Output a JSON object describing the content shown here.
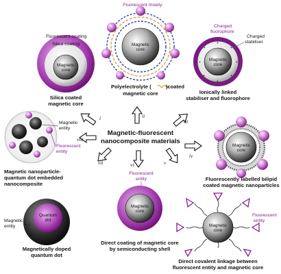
{
  "center": {
    "line1": "Magnetic-fluorescent",
    "line2": "nanocomposite materials"
  },
  "routes": [
    "i",
    "ii",
    "iii",
    "iv",
    "v",
    "vi",
    "vii",
    "viii"
  ],
  "silica": {
    "fluorescent_coating": "Fluorescent coating",
    "silica_coating": "Silica coating",
    "core_l1": "Magnetic",
    "core_l2": "core",
    "caption_l1": "Silica coated",
    "caption_l2": "magnetic core"
  },
  "polyelectrolyte": {
    "moiety": "Fluorescent moiety",
    "core_l1": "Magnetic",
    "core_l2": "core",
    "caption_l1_a": "Polyelectrolyte (",
    "caption_l1_b": ")coated",
    "caption_l2": "magnetic core"
  },
  "ionic": {
    "charged_l1": "Charged",
    "charged_l2": "fluorophore",
    "stab_l1": "Charged",
    "stab_l2": "stabiliser",
    "core_l1": "Magnetic",
    "core_l2": "core",
    "caption_l1": "Ionically linked",
    "caption_l2": "stabiliser and fluorophore"
  },
  "quantum_embed": {
    "magnetic_l1": "Magnetic",
    "magnetic_l2": "entity",
    "fluor_l1": "Fluorescent",
    "fluor_l2": "entity",
    "caption_l1": "Magnetic nanoparticle-",
    "caption_l2": "quantum dot embedded",
    "caption_l3": "nanocomposite"
  },
  "bilipid": {
    "core_l1": "Magnetic",
    "core_l2": "core",
    "caption_l1": "Fluorescently labelled bilipid",
    "caption_l2": "coated magnetic nanoparticles"
  },
  "doped": {
    "qd_l1": "Quantum",
    "qd_l2": "dot",
    "magnetic_l1": "Magnetic",
    "magnetic_l2": "entity",
    "caption_l1": "Magnetically doped",
    "caption_l2": "quantum dot"
  },
  "shell": {
    "fluor_l1": "Fluorescent",
    "fluor_l2": "entity",
    "core_l1": "Magnetic",
    "core_l2": "core",
    "caption_l1": "Direct coating of magnetic core",
    "caption_l2": "by semiconducting shell"
  },
  "covalent": {
    "fluor_l1": "Fluorescent",
    "fluor_l2": "entity",
    "core_l1": "Magnetic",
    "core_l2": "core",
    "caption_l1": "Direct covalent linkage between",
    "caption_l2": "fluorescent entity and magnetic core"
  },
  "colors": {
    "purple": "#8a1c8e",
    "light_purple": "#d79be0",
    "core_dark": "#2b2b2b",
    "shell_grey": "#c8c8c8"
  }
}
